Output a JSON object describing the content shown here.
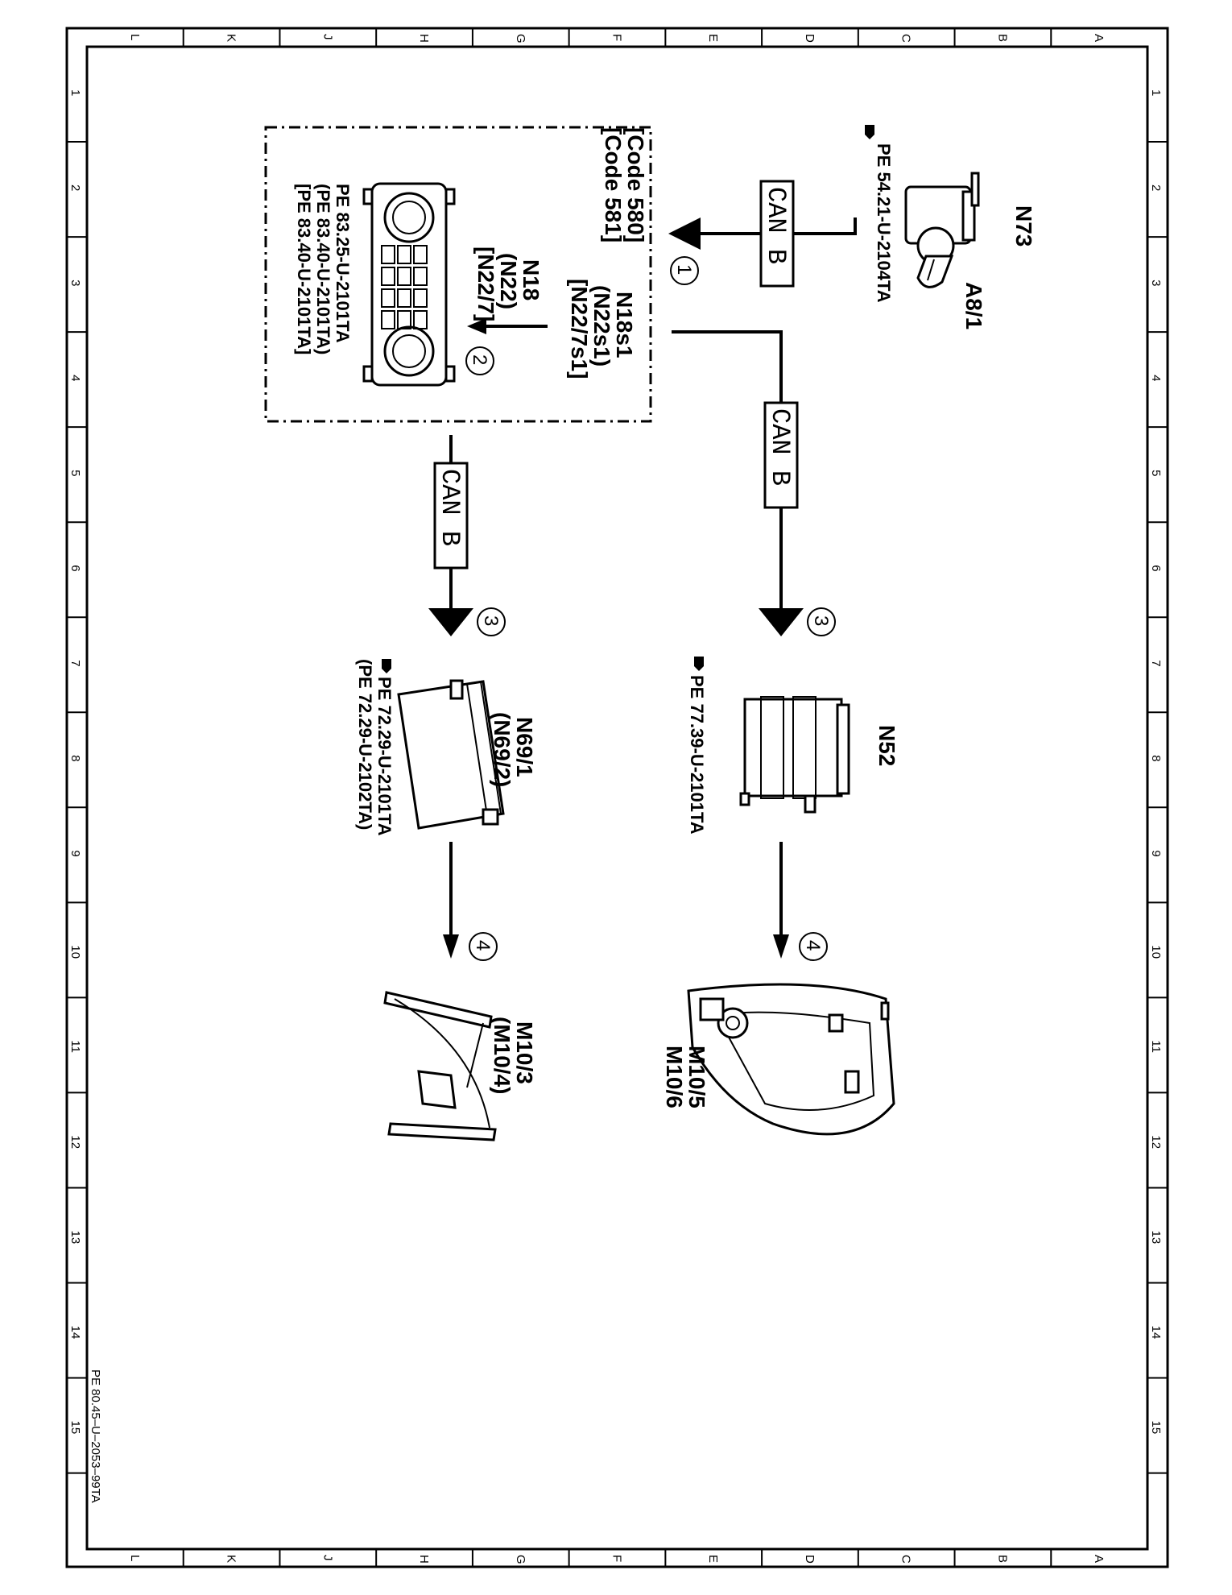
{
  "ruler": {
    "columns": [
      "L",
      "K",
      "J",
      "H",
      "G",
      "F",
      "E",
      "D",
      "C",
      "B",
      "A"
    ],
    "rows": [
      "1",
      "2",
      "3",
      "4",
      "5",
      "6",
      "7",
      "8",
      "9",
      "10",
      "11",
      "12",
      "13",
      "14",
      "15"
    ]
  },
  "doc_ref": "PE 80.45–U–2053–99TA",
  "components": {
    "n73": {
      "name": "N73",
      "sub": "A8/1",
      "ref_icon": "hand-pointer-icon",
      "ref": "PE 54.21-U-2104TA"
    },
    "can_bus": "CAN B",
    "codes": [
      "[Code 580]",
      "[Code 581]"
    ],
    "n18s1": {
      "lines": [
        "N18s1",
        "(N22s1)",
        "[N22/7s1]"
      ]
    },
    "n18": {
      "lines": [
        "N18",
        "(N22)",
        "[N22/7]"
      ],
      "refs": [
        "PE 83.25-U-2101TA",
        "(PE 83.40-U-2101TA)",
        "[PE 83.40-U-2101TA]"
      ]
    },
    "n52": {
      "name": "N52",
      "ref": "PE 77.39-U-2101TA"
    },
    "n69": {
      "lines": [
        "N69/1",
        "(N69/2)"
      ],
      "refs": [
        "PE 72.29-U-2101TA",
        "(PE 72.29-U-2102TA)"
      ]
    },
    "m10_right": {
      "lines": [
        "M10/5",
        "M10/6"
      ]
    },
    "m10_left": {
      "lines": [
        "M10/3",
        "(M10/4)"
      ]
    },
    "steps": [
      "1",
      "2",
      "3",
      "3",
      "4",
      "4"
    ]
  }
}
